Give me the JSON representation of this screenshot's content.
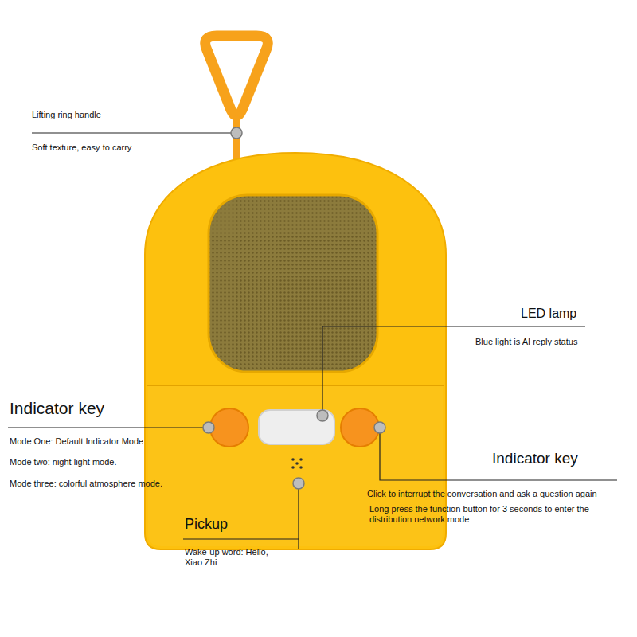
{
  "diagram": {
    "labels": [
      "Lifting ring handle",
      "Soft texture, easy to carry",
      "LED lamp",
      "Blue light is AI reply status",
      "Indicator key",
      "Mode One: Default Indicator Mode",
      "Mode two: night light mode.",
      "Mode three: colorful atmosphere mode.",
      "Indicator key",
      "Click to interrupt the conversation and ask a question again",
      "Long press the function button for 3 seconds to enter the distribution network mode",
      "Pickup",
      "Wake-up word: Hello, Xiao Zhi"
    ]
  }
}
